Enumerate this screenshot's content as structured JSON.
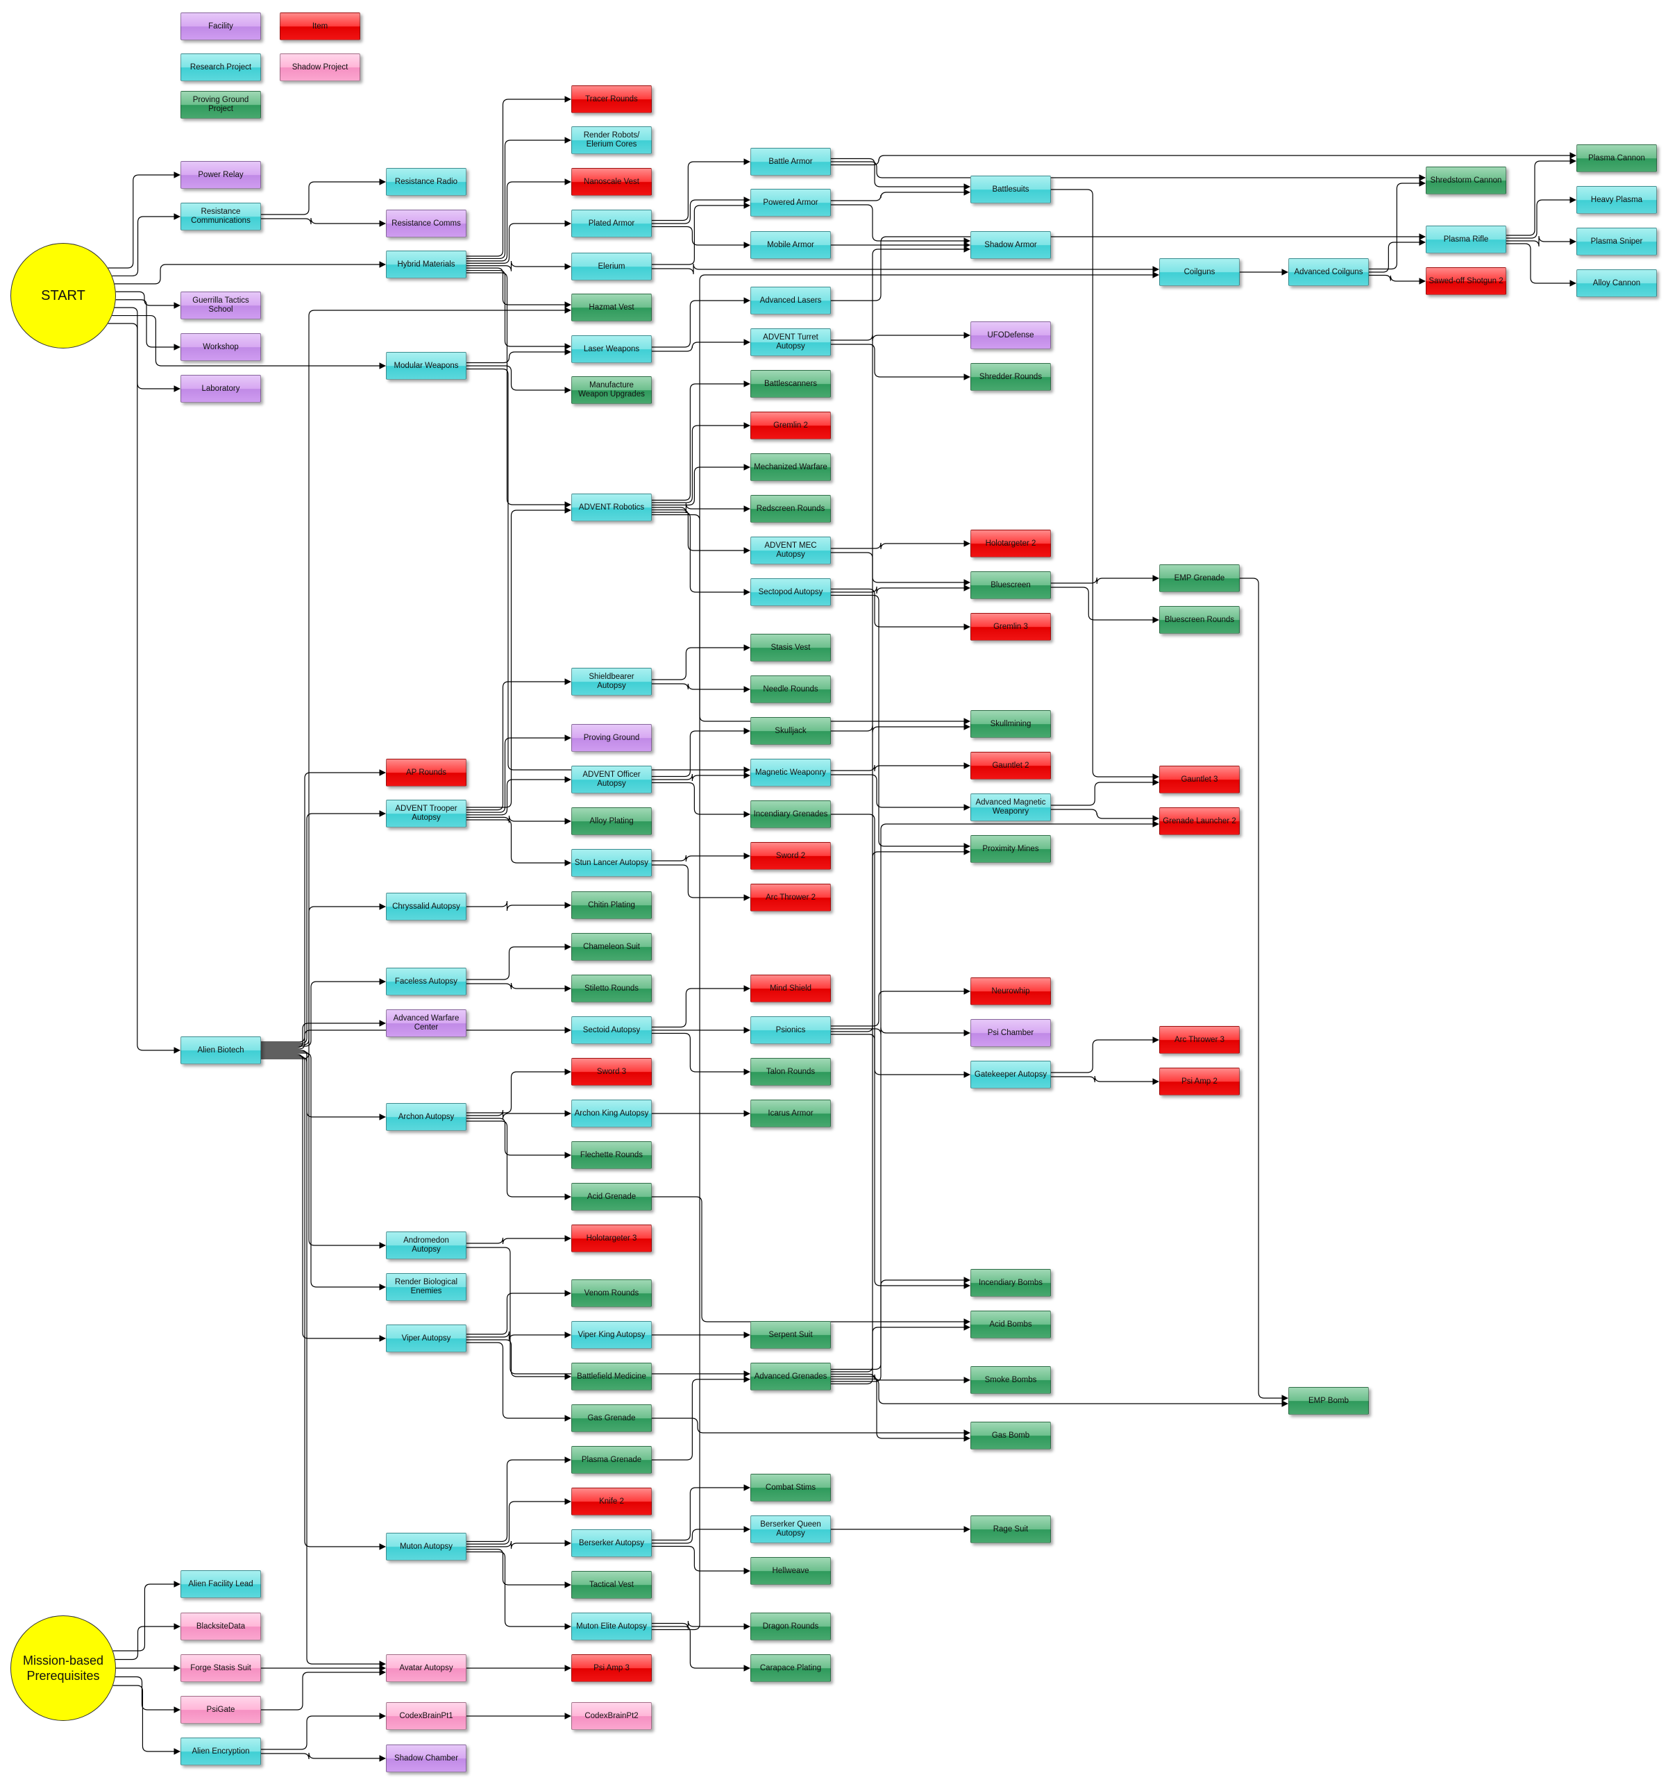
{
  "colors": {
    "facility": "#d7a8f2",
    "research": "#5cd8dc",
    "proving": "#48a86e",
    "item": "#f01414",
    "shadow": "#fba6cf",
    "start": "#ffff00",
    "wire": "#000000"
  },
  "legend": {
    "facility": "Facility",
    "item": "Item",
    "research": "Research Project",
    "shadow": "Shadow Project",
    "proving": "Proving Ground Project"
  },
  "start_nodes": {
    "start": "START",
    "mission": "Mission-based Prerequisites"
  },
  "nodes": {
    "power_relay": "Power Relay",
    "resistance_communications": "Resistance Communications",
    "guerrilla_tactics_school": "Guerrilla Tactics School",
    "workshop": "Workshop",
    "laboratory": "Laboratory",
    "alien_biotech": "Alien Biotech",
    "alien_facility_lead": "Alien Facility Lead",
    "blacksite_data": "BlacksiteData",
    "forge_stasis_suit": "Forge Stasis Suit",
    "psigate": "PsiGate",
    "alien_encryption": "Alien Encryption",
    "resistance_radio": "Resistance Radio",
    "resistance_comms": "Resistance Comms",
    "hybrid_materials": "Hybrid Materials",
    "modular_weapons": "Modular Weapons",
    "ap_rounds": "AP Rounds",
    "advent_trooper_autopsy": "ADVENT Trooper Autopsy",
    "chryssalid_autopsy": "Chryssalid Autopsy",
    "faceless_autopsy": "Faceless Autopsy",
    "advanced_warfare_center": "Advanced Warfare Center",
    "archon_autopsy": "Archon Autopsy",
    "andromedon_autopsy": "Andromedon Autopsy",
    "render_biological_enemies": "Render Biological Enemies",
    "viper_autopsy": "Viper Autopsy",
    "muton_autopsy": "Muton Autopsy",
    "avatar_autopsy": "Avatar Autopsy",
    "codex_brain_pt1": "CodexBrainPt1",
    "shadow_chamber": "Shadow Chamber",
    "tracer_rounds": "Tracer Rounds",
    "render_robots": "Render Robots/ Elerium Cores",
    "nanoscale_vest": "Nanoscale Vest",
    "plated_armor": "Plated Armor",
    "elerium": "Elerium",
    "hazmat_vest": "Hazmat Vest",
    "laser_weapons": "Laser Weapons",
    "manufacture_weapon_upgrades": "Manufacture Weapon Upgrades",
    "advent_robotics": "ADVENT Robotics",
    "shieldbearer_autopsy": "Shieldbearer Autopsy",
    "proving_ground": "Proving Ground",
    "advent_officer_autopsy": "ADVENT Officer Autopsy",
    "alloy_plating": "Alloy Plating",
    "stun_lancer_autopsy": "Stun Lancer Autopsy",
    "chitin_plating": "Chitin Plating",
    "chameleon_suit": "Chameleon Suit",
    "stiletto_rounds": "Stiletto Rounds",
    "sectoid_autopsy": "Sectoid Autopsy",
    "sword_3": "Sword 3",
    "archon_king_autopsy": "Archon King Autopsy",
    "flechette_rounds": "Flechette Rounds",
    "acid_grenade": "Acid Grenade",
    "holotargeter_3": "Holotargeter 3",
    "venom_rounds": "Venom Rounds",
    "viper_king_autopsy": "Viper King Autopsy",
    "battlefield_medicine": "Battlefield Medicine",
    "gas_grenade": "Gas Grenade",
    "plasma_grenade": "Plasma Grenade",
    "knife_2": "Knife 2",
    "berserker_autopsy": "Berserker Autopsy",
    "tactical_vest": "Tactical Vest",
    "muton_elite_autopsy": "Muton Elite Autopsy",
    "psi_amp_3": "Psi Amp 3",
    "codex_brain_pt2": "CodexBrainPt2",
    "battle_armor": "Battle Armor",
    "powered_armor": "Powered Armor",
    "mobile_armor": "Mobile Armor",
    "advanced_lasers": "Advanced Lasers",
    "advent_turret_autopsy": "ADVENT Turret Autopsy",
    "battlescanners": "Battlescanners",
    "gremlin_2": "Gremlin 2",
    "mechanized_warfare": "Mechanized Warfare",
    "redscreen_rounds": "Redscreen Rounds",
    "advent_mec_autopsy": "ADVENT MEC Autopsy",
    "sectopod_autopsy": "Sectopod Autopsy",
    "stasis_vest": "Stasis Vest",
    "needle_rounds": "Needle Rounds",
    "skulljack": "Skulljack",
    "magnetic_weaponry": "Magnetic Weaponry",
    "incendiary_grenades": "Incendiary Grenades",
    "sword_2": "Sword 2",
    "arc_thrower_2": "Arc Thrower 2",
    "mind_shield": "Mind Shield",
    "psionics": "Psionics",
    "talon_rounds": "Talon Rounds",
    "icarus_armor": "Icarus Armor",
    "serpent_suit": "Serpent Suit",
    "advanced_grenades": "Advanced Grenades",
    "combat_stims": "Combat Stims",
    "berserker_queen_autopsy": "Berserker Queen Autopsy",
    "hellweave": "Hellweave",
    "dragon_rounds": "Dragon Rounds",
    "carapace_plating": "Carapace Plating",
    "battlesuits": "Battlesuits",
    "shadow_armor": "Shadow Armor",
    "ufo_defense": "UFODefense",
    "shredder_rounds": "Shredder Rounds",
    "holotargeter_2": "Holotargeter 2",
    "bluescreen": "Bluescreen",
    "gremlin_3": "Gremlin 3",
    "skullmining": "Skullmining",
    "gauntlet_2": "Gauntlet 2",
    "advanced_magnetic_weaponry": "Advanced Magnetic Weaponry",
    "proximity_mines": "Proximity Mines",
    "neurowhip": "Neurowhip",
    "psi_chamber": "Psi Chamber",
    "gatekeeper_autopsy": "Gatekeeper Autopsy",
    "incendiary_bombs": "Incendiary Bombs",
    "acid_bombs": "Acid Bombs",
    "smoke_bombs": "Smoke Bombs",
    "gas_bomb": "Gas Bomb",
    "rage_suit": "Rage Suit",
    "coilguns": "Coilguns",
    "emp_grenade": "EMP Grenade",
    "bluescreen_rounds": "Bluescreen Rounds",
    "gauntlet_3": "Gauntlet 3",
    "grenade_launcher_2": "Grenade Launcher 2",
    "arc_thrower_3": "Arc Thrower 3",
    "psi_amp_2": "Psi Amp 2",
    "advanced_coilguns": "Advanced Coilguns",
    "emp_bomb": "EMP Bomb",
    "shredstorm_cannon": "Shredstorm Cannon",
    "plasma_rifle": "Plasma Rifle",
    "sawed_off_shotgun_2": "Sawed-off Shotgun 2",
    "plasma_cannon": "Plasma Cannon",
    "heavy_plasma": "Heavy Plasma",
    "plasma_sniper": "Plasma Sniper",
    "alloy_cannon": "Alloy Cannon"
  }
}
